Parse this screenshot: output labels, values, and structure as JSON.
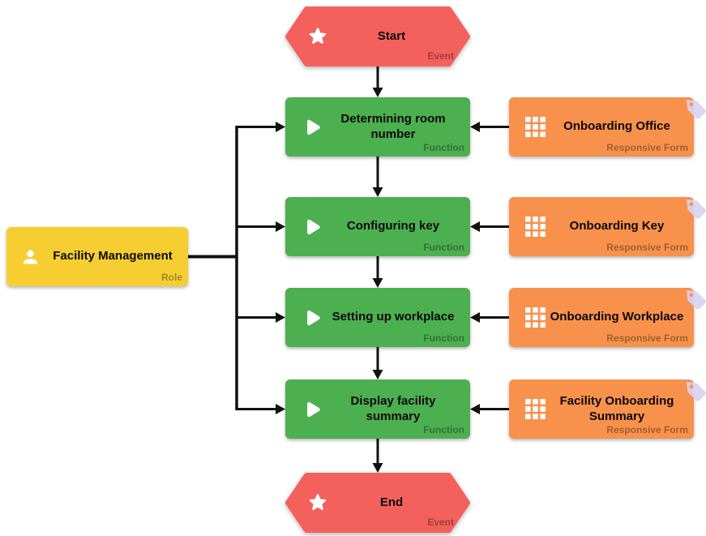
{
  "diagram": {
    "nodes": {
      "start": {
        "title": "Start",
        "type_label": "Event"
      },
      "fn1": {
        "title": "Determining room number",
        "type_label": "Function"
      },
      "fn2": {
        "title": "Configuring key",
        "type_label": "Function"
      },
      "fn3": {
        "title": "Setting up workplace",
        "type_label": "Function"
      },
      "fn4": {
        "title": "Display facility summary",
        "type_label": "Function"
      },
      "form1": {
        "title": "Onboarding Office",
        "type_label": "Responsive Form"
      },
      "form2": {
        "title": "Onboarding Key",
        "type_label": "Responsive Form"
      },
      "form3": {
        "title": "Onboarding Workplace",
        "type_label": "Responsive Form"
      },
      "form4": {
        "title": "Facility Onboarding Summary",
        "type_label": "Responsive Form"
      },
      "role": {
        "title": "Facility Management",
        "type_label": "Role"
      },
      "end": {
        "title": "End",
        "type_label": "Event"
      }
    },
    "icons": {
      "event": "star-icon",
      "function": "play-icon",
      "form": "grid-icon",
      "role": "person-icon",
      "form_corner": "tag-icon"
    },
    "colors": {
      "event_red": "#F4605C",
      "function_green": "#4CAF50",
      "form_orange": "#F8914C",
      "role_yellow": "#F6CE32",
      "tag_lavender": "#D8D2F0",
      "connector": "#111111"
    },
    "edges": [
      {
        "from": "start",
        "to": "fn1"
      },
      {
        "from": "fn1",
        "to": "fn2"
      },
      {
        "from": "fn2",
        "to": "fn3"
      },
      {
        "from": "fn3",
        "to": "fn4"
      },
      {
        "from": "fn4",
        "to": "end"
      },
      {
        "from": "role",
        "to": "fn1"
      },
      {
        "from": "role",
        "to": "fn2"
      },
      {
        "from": "role",
        "to": "fn3"
      },
      {
        "from": "role",
        "to": "fn4"
      },
      {
        "from": "form1",
        "to": "fn1"
      },
      {
        "from": "form2",
        "to": "fn2"
      },
      {
        "from": "form3",
        "to": "fn3"
      },
      {
        "from": "form4",
        "to": "fn4"
      }
    ]
  }
}
